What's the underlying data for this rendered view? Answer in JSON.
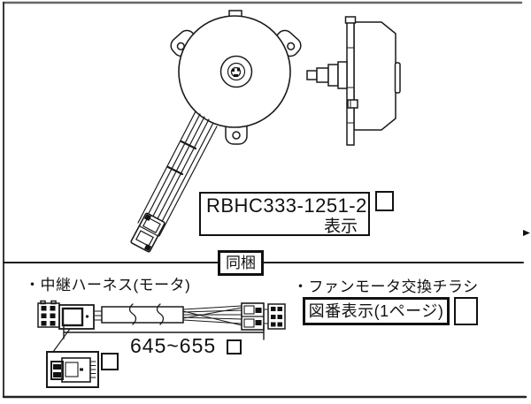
{
  "figure": {
    "part_label": {
      "part_number": "RBHC333-1251-2",
      "caption": "表示"
    },
    "bundle_tag": "同梱",
    "included_items": {
      "harness": {
        "label": "・中継ハーネス(モータ)",
        "dimension": "645~655"
      },
      "flyer": {
        "label": "・ファンモータ交換チラシ",
        "box_text": "図番表示(1ページ)"
      }
    }
  },
  "icons": {
    "fan_motor_front_view": "fan-motor-front-view-drawing",
    "fan_motor_side_view": "fan-motor-side-view-drawing",
    "relay_harness": "relay-harness-drawing",
    "connector_detail": "connector-detail-drawing",
    "right_edge_arrow": "right-pointer-arrow"
  },
  "colors": {
    "line": "#1a1a1a",
    "background": "#ffffff"
  }
}
